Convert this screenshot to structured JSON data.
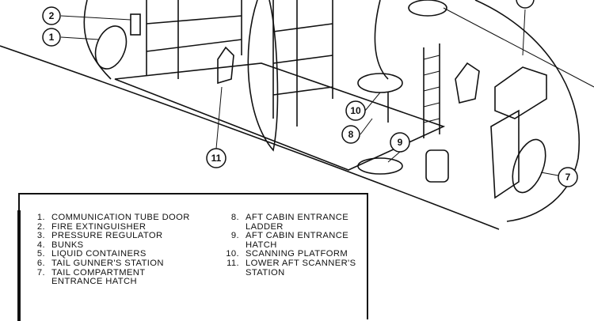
{
  "callouts": [
    {
      "id": "1",
      "label": "1"
    },
    {
      "id": "2",
      "label": "2"
    },
    {
      "id": "6",
      "label": ""
    },
    {
      "id": "7",
      "label": "7"
    },
    {
      "id": "8",
      "label": "8"
    },
    {
      "id": "9",
      "label": "9"
    },
    {
      "id": "10",
      "label": "10"
    },
    {
      "id": "11",
      "label": "11"
    }
  ],
  "legend": {
    "left": [
      {
        "num": "1.",
        "text": "COMMUNICATION TUBE DOOR"
      },
      {
        "num": "2.",
        "text": "FIRE EXTINGUISHER"
      },
      {
        "num": "3.",
        "text": "PRESSURE REGULATOR"
      },
      {
        "num": "4.",
        "text": "BUNKS"
      },
      {
        "num": "5.",
        "text": "LIQUID CONTAINERS"
      },
      {
        "num": "6.",
        "text": "TAIL GUNNER'S STATION"
      },
      {
        "num": "7.",
        "text": "TAIL COMPARTMENT ENTRANCE HATCH"
      }
    ],
    "right": [
      {
        "num": "8.",
        "text": "AFT CABIN ENTRANCE LADDER"
      },
      {
        "num": "9.",
        "text": "AFT CABIN ENTRANCE HATCH"
      },
      {
        "num": "10.",
        "text": "SCANNING PLATFORM"
      },
      {
        "num": "11.",
        "text": "LOWER AFT SCANNER'S STATION"
      }
    ]
  }
}
